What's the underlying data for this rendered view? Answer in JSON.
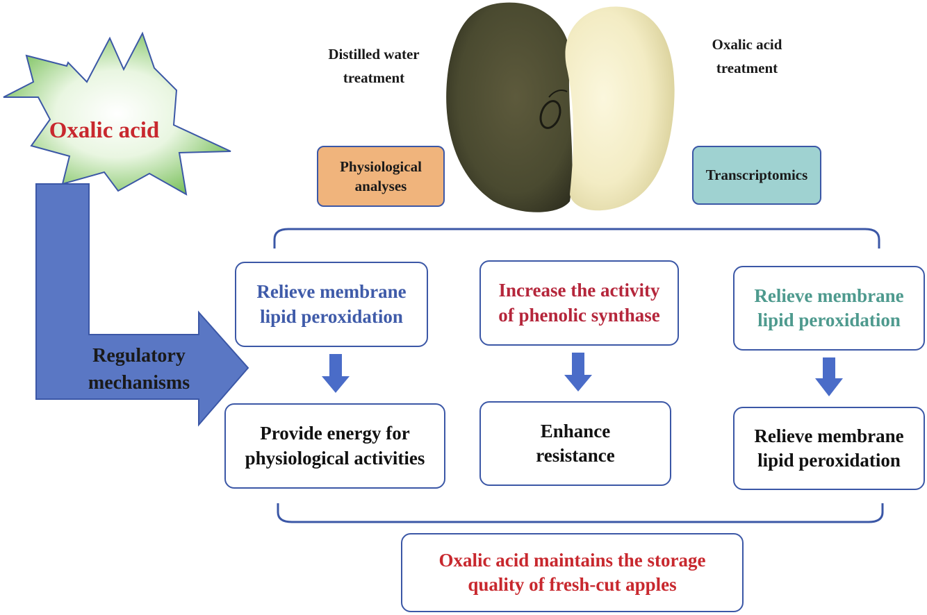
{
  "stimulus": {
    "label": "Oxalic acid",
    "label_color": "#c8282e",
    "fill_color": "#a4d48a"
  },
  "treatments": {
    "control": {
      "line1": "Distilled water",
      "line2": "treatment"
    },
    "oxalic": {
      "line1": "Oxalic acid",
      "line2": "treatment"
    }
  },
  "methods": {
    "physiological": {
      "line1": "Physiological",
      "line2": "analyses",
      "fill": "#f0b47c"
    },
    "transcriptomics": {
      "label": "Transcriptomics",
      "fill": "#9fd2d1"
    }
  },
  "regulatory": {
    "line1": "Regulatory",
    "line2": "mechanisms",
    "arrow_color": "#5a77c4"
  },
  "mechanisms": [
    {
      "line1": "Relieve membrane",
      "line2": "lipid peroxidation",
      "color": "#3f5ba9",
      "effect": {
        "line1": "Provide energy for",
        "line2": "physiological activities"
      }
    },
    {
      "line1": "Increase the activity",
      "line2": "of phenolic synthase",
      "color": "#b5263b",
      "effect": {
        "line1": "Enhance",
        "line2": "resistance"
      }
    },
    {
      "line1": "Relieve membrane",
      "line2": "lipid peroxidation",
      "color": "#4e9a8e",
      "effect": {
        "line1": "Relieve membrane",
        "line2": "lipid peroxidation"
      }
    }
  ],
  "conclusion": {
    "line1": "Oxalic acid maintains the storage",
    "line2": "quality of fresh-cut apples",
    "color": "#c8282e"
  },
  "colors": {
    "line": "#3b57a6",
    "small_arrow": "#4a6cc8"
  }
}
